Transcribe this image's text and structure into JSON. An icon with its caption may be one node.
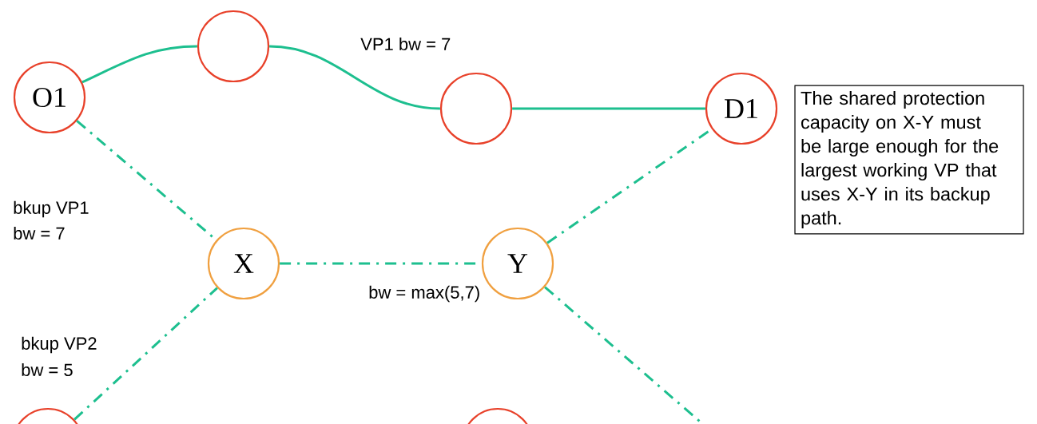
{
  "diagram": {
    "nodes": [
      {
        "text": [
          "O1"
        ]
      },
      {
        "text": [],
        "shape": "circle"
      },
      {
        "text": [],
        "shape": "circle"
      },
      {
        "text": [
          "D1"
        ]
      },
      {
        "text": [
          "The shared protection capacity on X-Y must be large enough for the largest working VP that uses X-Y in its backup path."
        ]
      },
      {
        "text": [
          "X"
        ]
      },
      {
        "text": [
          "Y"
        ]
      },
      {
        "text": [],
        "shape": "circle"
      },
      {
        "text": [],
        "shape": "circle"
      }
    ],
    "edges": [
      {
        "from": 0,
        "to": 1,
        "arrow": "none"
      },
      {
        "from": 1,
        "to": 2,
        "arrow": "none",
        "label": "VP1 bw = 7"
      },
      {
        "from": 2,
        "to": 3,
        "arrow": "none"
      },
      {
        "from": 0,
        "to": 5,
        "arrow": "none",
        "style": "dashed"
      },
      {
        "from": 7,
        "to": 5,
        "arrow": "none",
        "style": "dashed"
      },
      {
        "from": 5,
        "to": 6,
        "arrow": "none",
        "style": "dashed",
        "label": "bw = max(5,7)"
      },
      {
        "from": 6,
        "to": 3,
        "arrow": "none",
        "style": "dashed"
      },
      {
        "from": 6,
        "to": null,
        "arrow": "none",
        "style": "dashed"
      }
    ],
    "labels": [
      "bkup VP1",
      "bw = 7",
      "bkup VP2",
      "bw = 5"
    ]
  }
}
